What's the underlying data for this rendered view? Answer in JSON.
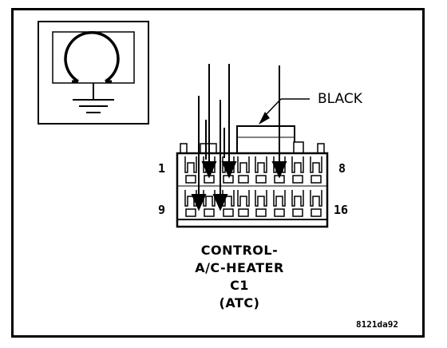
{
  "wire_label": "BLACK",
  "pin_labels": {
    "top_left": "1",
    "top_right": "8",
    "bottom_left": "9",
    "bottom_right": "16"
  },
  "connector": {
    "line1": "CONTROL-",
    "line2": "A/C-HEATER",
    "line3": "C1",
    "line4": "(ATC)"
  },
  "figure_code": "8121da92",
  "ground_symbol": "ground-icon"
}
